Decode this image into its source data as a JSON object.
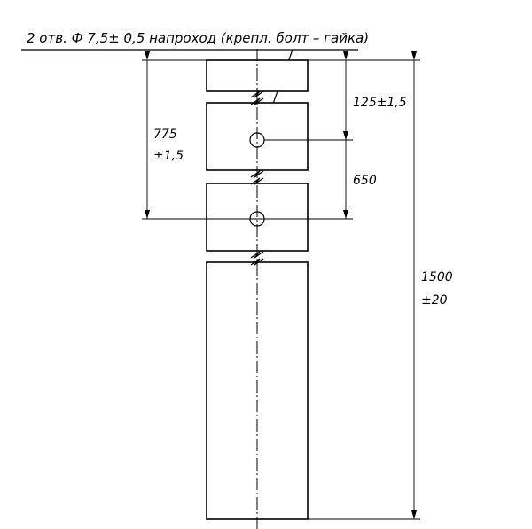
{
  "note": {
    "text": "2 отв. Ф 7,5± 0,5 напроход (крепл. болт – гайка)"
  },
  "dimensions": {
    "hole_spacing_left": {
      "value": "775",
      "tolerance": "±1,5"
    },
    "top_to_first_hole": {
      "value": "125±1,5"
    },
    "hole_spacing_right": {
      "value": "650"
    },
    "total_length": {
      "value": "1500",
      "tolerance": "±20"
    }
  },
  "holes": {
    "count": 2
  }
}
